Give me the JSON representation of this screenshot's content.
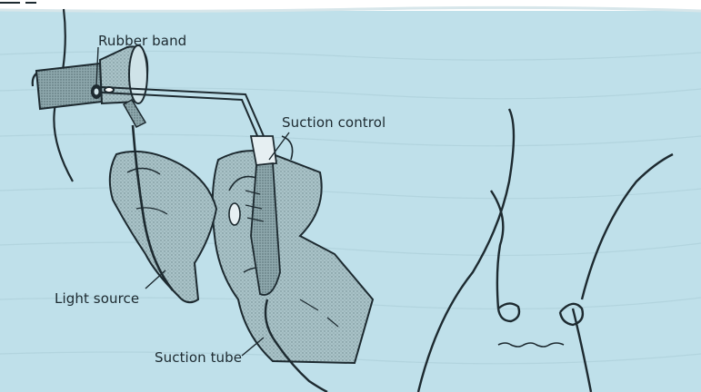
{
  "figure": {
    "labels": {
      "rubber_band": "Rubber band",
      "suction_control": "Suction control",
      "light_source": "Light source",
      "suction_tube": "Suction tube"
    },
    "colors": {
      "background": "#bfe0ea",
      "line": "#1d2a30",
      "glove": "#9fb8bd",
      "white_strip": "#ffffff"
    },
    "parts": [
      "proctoscope",
      "left-gloved-hand",
      "right-gloved-hand",
      "suction-device",
      "light-cable",
      "suction-tube",
      "rectal-cross-section"
    ]
  }
}
